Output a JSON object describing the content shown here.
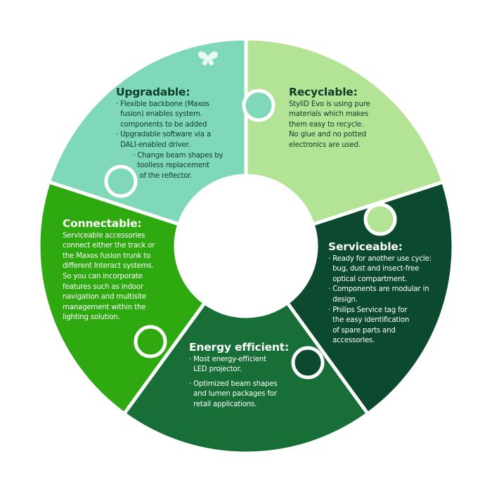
{
  "colors": {
    "upgradable": "#7fd8b8",
    "recyclable": "#b3e394",
    "serviceable": "#0b4a2e",
    "energy": "#176e36",
    "connectable": "#2ea90f",
    "dark_text": "#0e3d2a",
    "light_text": "#ffffff"
  },
  "icons": {
    "butterfly": "butterfly-icon"
  },
  "sections": {
    "upgradable": {
      "title": "Upgradable:",
      "bullets": [
        [
          "· Flexible backbone (Maxos",
          "  fusion) enables system.",
          "  components to be added"
        ],
        [
          "· Upgradable software via a",
          "  DALI-enabled driver."
        ],
        [
          "        · Change beam shapes by",
          "          toolless replacement",
          "           of the reflector."
        ]
      ]
    },
    "recyclable": {
      "title": "Recyclable:",
      "bullets": [
        [
          "StyliD Evo is using pure",
          "materials which makes",
          "them easy to recycle.",
          "No glue and no potted",
          "electronics are used."
        ]
      ]
    },
    "serviceable": {
      "title": "Serviceable:",
      "bullets": [
        [
          "· Ready for another use cycle:",
          "  bug, dust and insect-free",
          "  optical compartment."
        ],
        [
          "· Components are modular in",
          "  design."
        ],
        [
          "· Philips Service tag for",
          "  the easy identification",
          "  of spare parts and",
          "  accessories."
        ]
      ]
    },
    "energy": {
      "title": "Energy efficient:",
      "bullets": [
        [
          "· Most energy-efficient",
          "  LED projector."
        ],
        [
          "· Optimized beam shapes",
          "  and lumen packages for",
          "  retail applications."
        ]
      ]
    },
    "connectable": {
      "title": "Connectable:",
      "bullets": [
        [
          "Serviceable accessories",
          "connect either the track or",
          "the Maxos fusion trunk to",
          "different Interact systems.",
          "So you can incorporate",
          "features such as indoor",
          "navigation and multisite",
          "management within the",
          "lighting solution."
        ]
      ]
    }
  }
}
